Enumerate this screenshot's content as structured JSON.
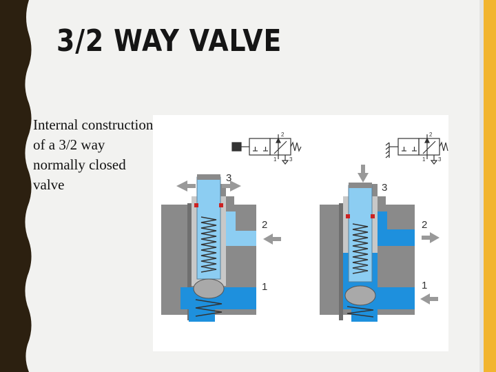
{
  "slide": {
    "title": "3/2 WAY VALVE",
    "caption": "Internal construction of a 3/2 way normally closed valve"
  },
  "diagram": {
    "left_valve": {
      "port_3": "3",
      "port_2": "2",
      "port_1": "1",
      "symbol_2": "2",
      "symbol_1": "1",
      "symbol_3": "3"
    },
    "right_valve": {
      "port_3": "3",
      "port_2": "2",
      "port_1": "1",
      "symbol_2": "2",
      "symbol_1": "1",
      "symbol_3": "3"
    }
  },
  "colors": {
    "body_gray": "#8a8a8a",
    "air_blue": "#1e90dd",
    "light_blue": "#8ccdf2",
    "seal_red": "#cc2222",
    "accent_orange": "#f2b530",
    "border_dark": "#2c2010"
  }
}
